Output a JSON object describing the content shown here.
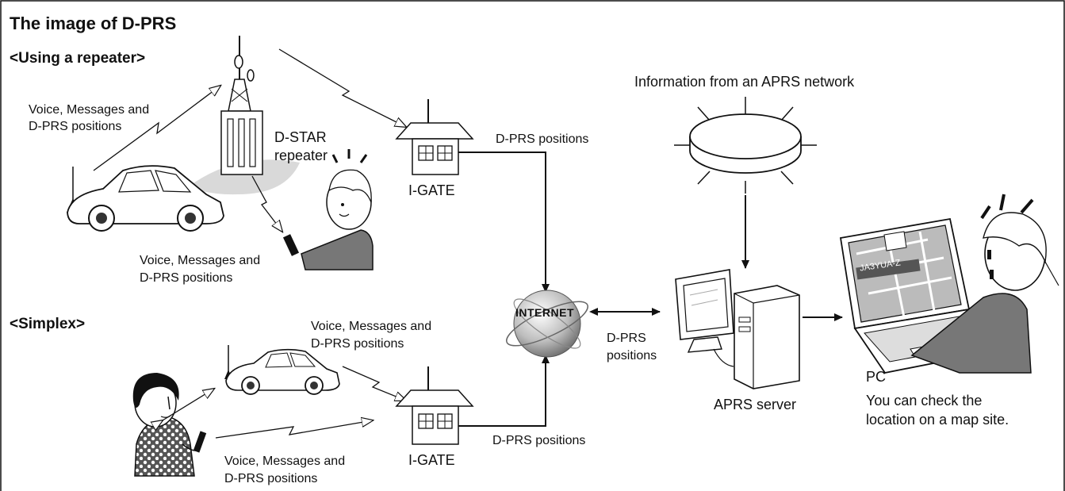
{
  "title": "The image of D-PRS",
  "sections": {
    "repeater": "<Using a repeater>",
    "simplex": "<Simplex>"
  },
  "labels": {
    "voice_top_left": [
      "Voice, Messages and",
      "D-PRS positions"
    ],
    "dstar_repeater": [
      "D-STAR",
      "repeater"
    ],
    "voice_handheld": [
      "Voice, Messages and",
      "D-PRS positions"
    ],
    "igate_top": "I-GATE",
    "dprs_positions_top": "D-PRS positions",
    "info_aprs": "Information from an APRS network",
    "internet": "INTERNET",
    "voice_simplex_top": [
      "Voice, Messages and",
      "D-PRS positions"
    ],
    "voice_simplex_bottom": [
      "Voice, Messages and",
      "D-PRS positions"
    ],
    "igate_bottom": "I-GATE",
    "dprs_positions_bottom": "D-PRS positions",
    "dprs_positions_mid": [
      "D-PRS",
      "positions"
    ],
    "aprs_server": "APRS server",
    "pc": "PC",
    "pc_caption": [
      "You can check the",
      "location on a map site."
    ],
    "map_callsign": "JA3YUA-Z"
  },
  "colors": {
    "gray_fill": "#d9d9d9",
    "dark_gray": "#777777",
    "line": "#111111"
  }
}
